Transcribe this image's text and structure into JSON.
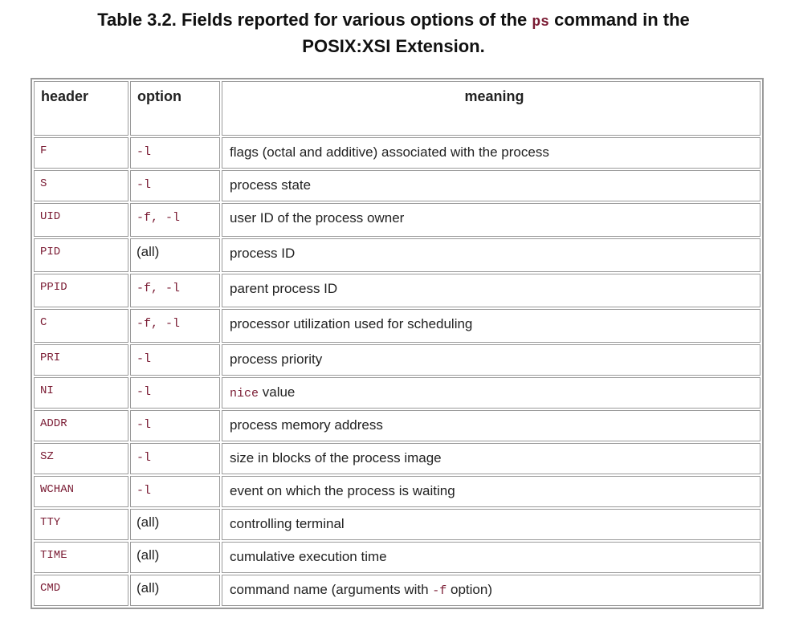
{
  "title": {
    "prefix": "Table 3.2. Fields reported for various options of the ",
    "code": "ps",
    "suffix": " command in the",
    "line2": "POSIX:XSI Extension."
  },
  "columns": {
    "header": "header",
    "option": "option",
    "meaning": "meaning"
  },
  "rows": [
    {
      "header": "F",
      "option": "-l",
      "option_mono": true,
      "meaning": "flags (octal and additive) associated with the process",
      "meaning_code": "",
      "meaning_after": ""
    },
    {
      "header": "S",
      "option": "-l",
      "option_mono": true,
      "meaning": "process state",
      "meaning_code": "",
      "meaning_after": ""
    },
    {
      "header": "UID",
      "option": "-f, -l",
      "option_mono": true,
      "meaning": "user ID of the process owner",
      "meaning_code": "",
      "meaning_after": ""
    },
    {
      "header": "PID",
      "option": "(all)",
      "option_mono": false,
      "meaning": "process ID",
      "meaning_code": "",
      "meaning_after": ""
    },
    {
      "header": "PPID",
      "option": "-f, -l",
      "option_mono": true,
      "meaning": "parent process ID",
      "meaning_code": "",
      "meaning_after": ""
    },
    {
      "header": "C",
      "option": "-f, -l",
      "option_mono": true,
      "meaning": "processor utilization used for scheduling",
      "meaning_code": "",
      "meaning_after": ""
    },
    {
      "header": "PRI",
      "option": "-l",
      "option_mono": true,
      "meaning": "process priority",
      "meaning_code": "",
      "meaning_after": ""
    },
    {
      "header": "NI",
      "option": "-l",
      "option_mono": true,
      "meaning": "",
      "meaning_code": "nice",
      "meaning_after": " value"
    },
    {
      "header": "ADDR",
      "option": "-l",
      "option_mono": true,
      "meaning": "process memory address",
      "meaning_code": "",
      "meaning_after": ""
    },
    {
      "header": "SZ",
      "option": "-l",
      "option_mono": true,
      "meaning": "size in blocks of the process image",
      "meaning_code": "",
      "meaning_after": ""
    },
    {
      "header": "WCHAN",
      "option": "-l",
      "option_mono": true,
      "meaning": "event on which the process is waiting",
      "meaning_code": "",
      "meaning_after": ""
    },
    {
      "header": "TTY",
      "option": "(all)",
      "option_mono": false,
      "meaning": "controlling terminal",
      "meaning_code": "",
      "meaning_after": ""
    },
    {
      "header": "TIME",
      "option": "(all)",
      "option_mono": false,
      "meaning": "cumulative execution time",
      "meaning_code": "",
      "meaning_after": ""
    },
    {
      "header": "CMD",
      "option": "(all)",
      "option_mono": false,
      "meaning": "command name (arguments with ",
      "meaning_code": "-f",
      "meaning_after": " option)"
    }
  ],
  "colors": {
    "code": "#7a1b33",
    "border": "#9a9a9a"
  }
}
